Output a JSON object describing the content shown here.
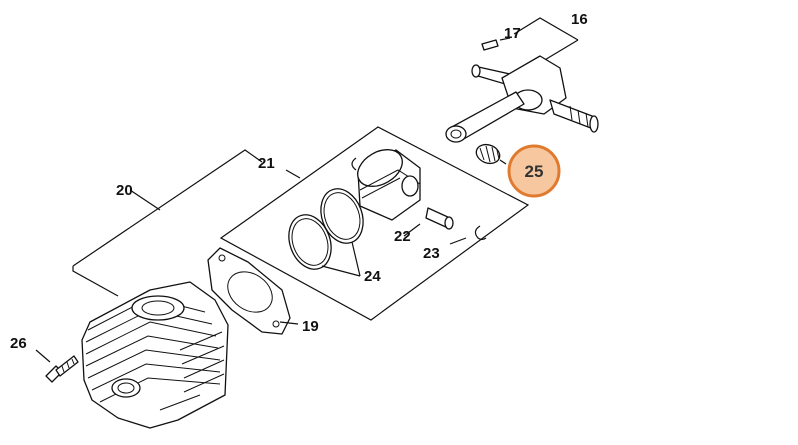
{
  "diagram": {
    "colors": {
      "line": "#111111",
      "highlight_fill": "#f7c8a0",
      "highlight_stroke": "#e07a2e"
    },
    "labels": {
      "p16": "16",
      "p17": "17",
      "p19": "19",
      "p20": "20",
      "p21": "21",
      "p22": "22",
      "p23": "23",
      "p24": "24",
      "p25": "25",
      "p26": "26"
    },
    "highlighted_part": "25"
  }
}
